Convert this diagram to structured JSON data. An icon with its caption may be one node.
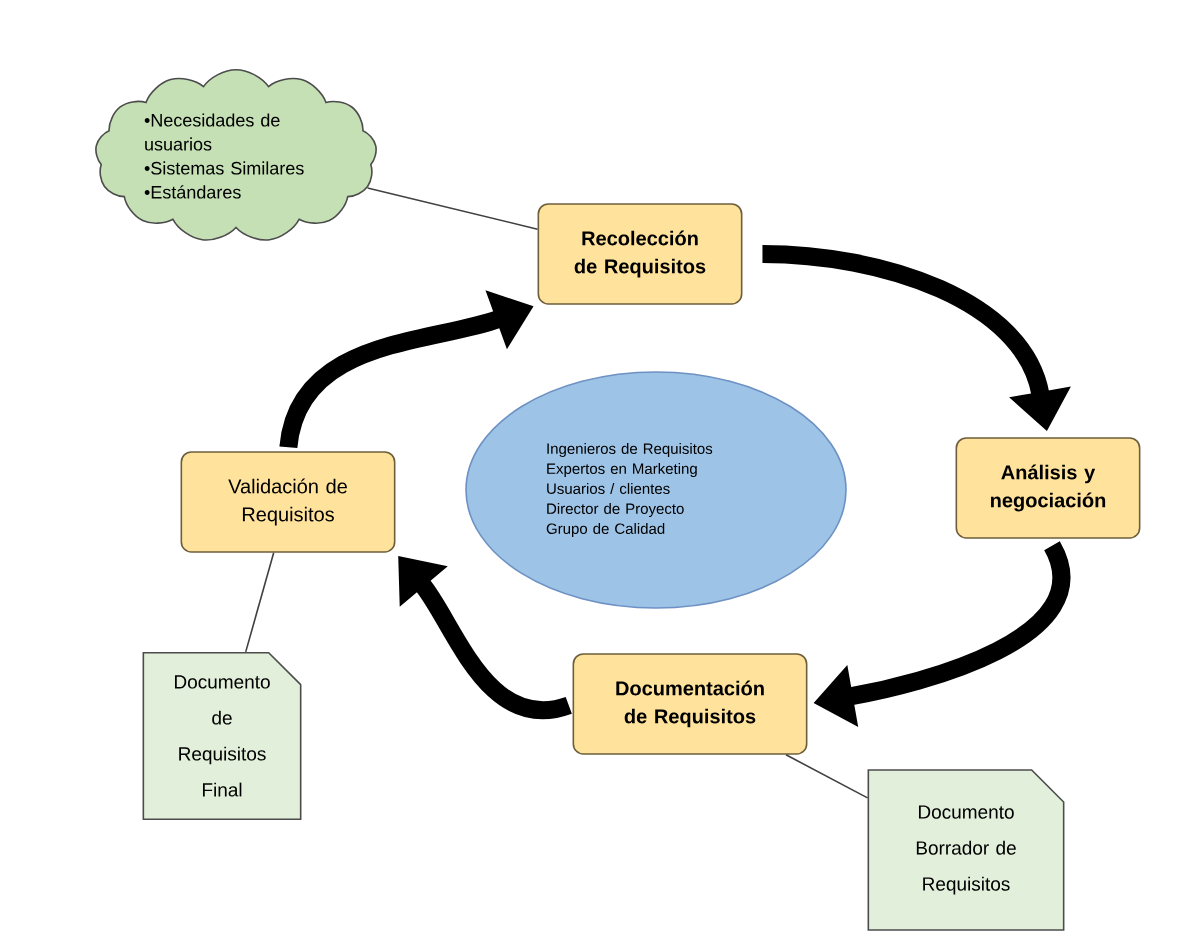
{
  "diagram": {
    "nodes": [
      {
        "text": [
          "•Necesidades de usuarios",
          "•Sistemas Similares",
          "•Estándares"
        ]
      },
      {
        "text": [
          "Recolección de Requisitos"
        ]
      },
      {
        "text": [
          "Análisis y negociación"
        ]
      },
      {
        "text": [
          "Documentación de Requisitos"
        ]
      },
      {
        "text": [
          "Validación de Requisitos"
        ]
      },
      {
        "text": [
          "Ingenieros de Requisitos",
          "Expertos en Marketing",
          "Usuarios / clientes",
          "Director de Proyecto",
          "Grupo de Calidad"
        ]
      },
      {
        "text": [
          "Documento Borrador de Requisitos"
        ]
      },
      {
        "text": [
          "Documento de Requisitos Final"
        ]
      }
    ],
    "edges": [
      {
        "from": 0,
        "to": 1,
        "arrow": "none"
      },
      {
        "from": 1,
        "to": 2,
        "arrow": "to"
      },
      {
        "from": 2,
        "to": 3,
        "arrow": "to"
      },
      {
        "from": 3,
        "to": 4,
        "arrow": "to"
      },
      {
        "from": 4,
        "to": 1,
        "arrow": "to"
      },
      {
        "from": 3,
        "to": 6,
        "arrow": "none"
      },
      {
        "from": 4,
        "to": 7,
        "arrow": "none"
      }
    ]
  }
}
